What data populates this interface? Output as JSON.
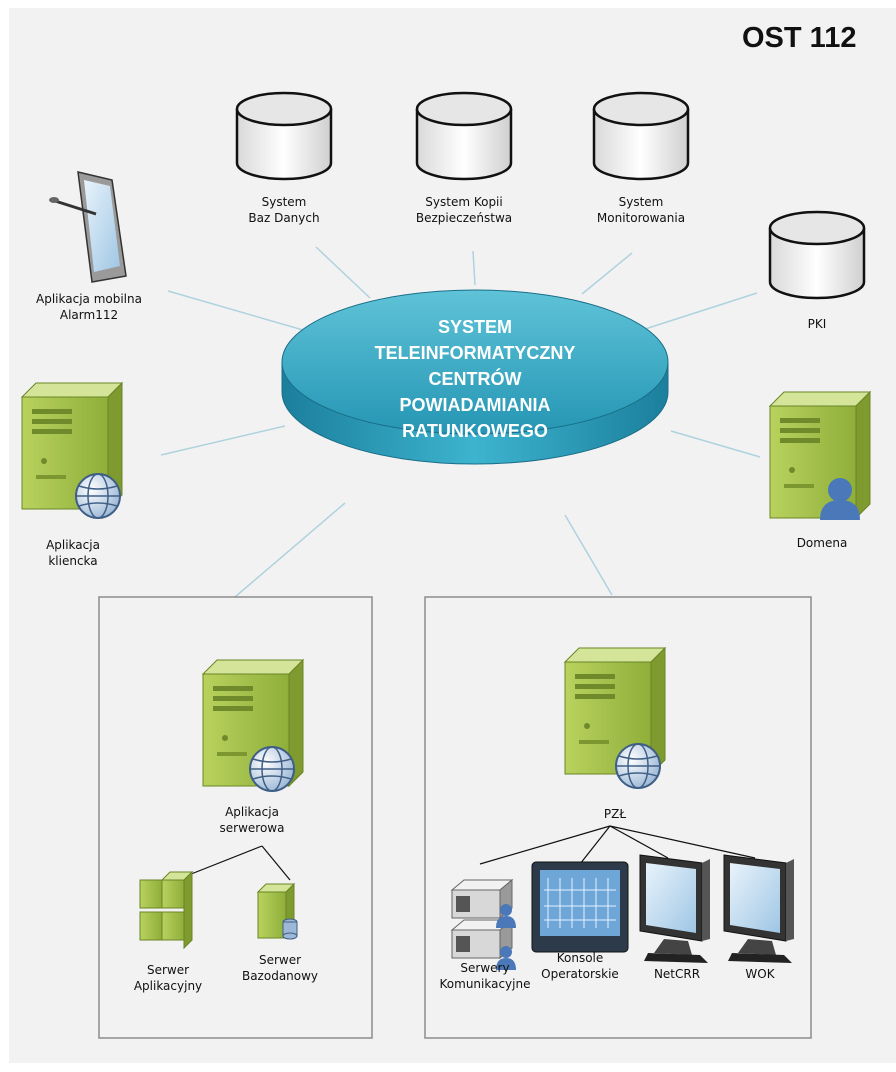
{
  "title": "OST 112",
  "hub": "SYSTEM\nTELEINFORMATYCZNY\nCENTRÓW\nPOWIADAMIANIA\nRATUNKOWEGO",
  "labels": {
    "db": "System\nBaz Danych",
    "backup": "System Kopii\nBezpieczeństwa",
    "monitor": "System\nMonitorowania",
    "pki": "PKI",
    "mobile": "Aplikacja mobilna\nAlarm112",
    "client": "Aplikacja\nkliencka",
    "domain": "Domena",
    "app_server": "Aplikacja\nserwerowa",
    "srv_app": "Serwer\nAplikacyjny",
    "srv_db": "Serwer\nBazodanowy",
    "pzl": "PZŁ",
    "comm": "Serwery\nKomunikacyjne",
    "consoles": "Konsole\nOperatorskie",
    "netcrr": "NetCRR",
    "wok": "WOK"
  },
  "colors": {
    "hub_top": "#2fa7c2",
    "hub_side": "#1f86a3",
    "connector": "#aed3df",
    "server_green": "#a8c24c",
    "box_border": "#8c8c8c"
  },
  "icons": [
    "database-icon",
    "tablet-icon",
    "server-icon",
    "globe-icon",
    "user-icon",
    "monitor-icon",
    "console-icon",
    "rack-server-icon"
  ]
}
